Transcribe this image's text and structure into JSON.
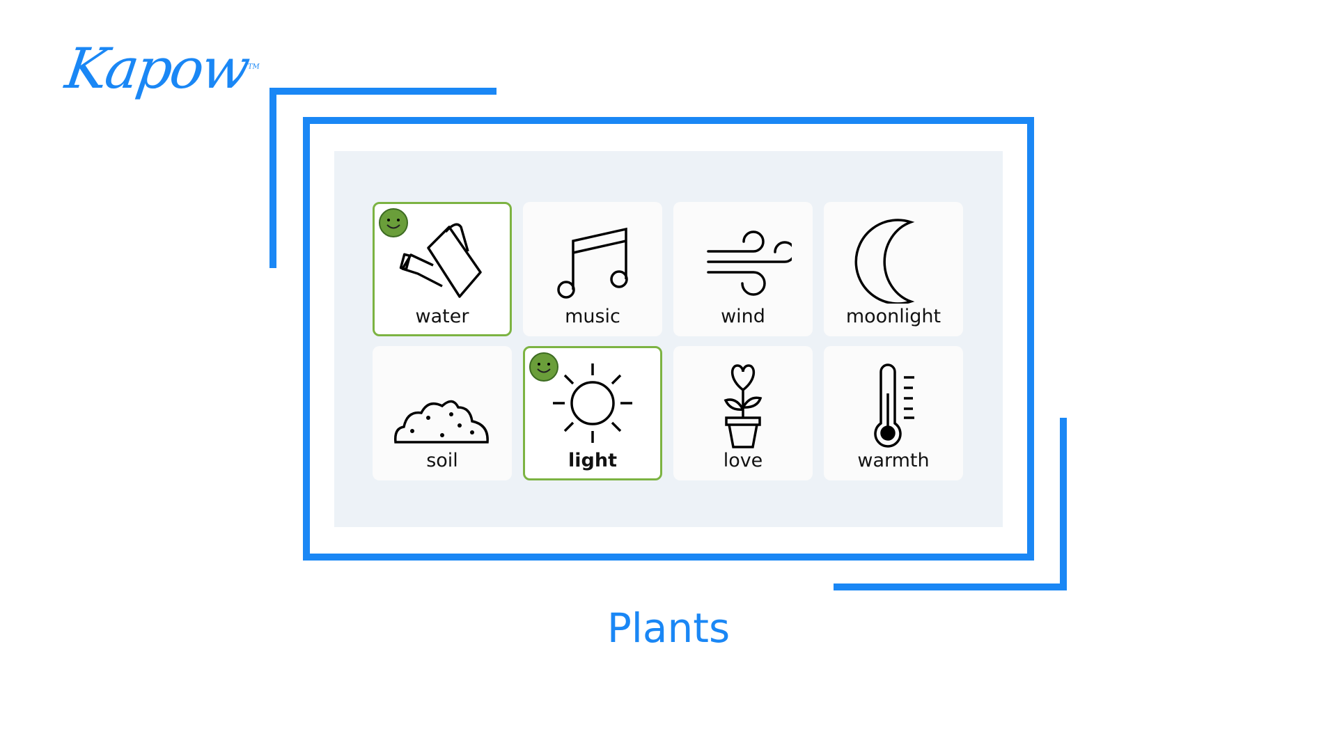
{
  "brand": {
    "logo": "Kapow",
    "trademark": "TM"
  },
  "colors": {
    "accent": "#1a87f5",
    "selected_border": "#7cb342",
    "smiley": "#6a9e3a",
    "panel": "#edf2f7"
  },
  "cards": [
    {
      "label": "water",
      "icon": "watering-can-icon",
      "selected": true
    },
    {
      "label": "music",
      "icon": "music-note-icon",
      "selected": false
    },
    {
      "label": "wind",
      "icon": "wind-icon",
      "selected": false
    },
    {
      "label": "moonlight",
      "icon": "moon-icon",
      "selected": false
    },
    {
      "label": "soil",
      "icon": "soil-icon",
      "selected": false
    },
    {
      "label": "light",
      "icon": "sun-icon",
      "selected": true
    },
    {
      "label": "love",
      "icon": "heart-plant-icon",
      "selected": false
    },
    {
      "label": "warmth",
      "icon": "thermometer-icon",
      "selected": false
    }
  ],
  "title": "Plants"
}
